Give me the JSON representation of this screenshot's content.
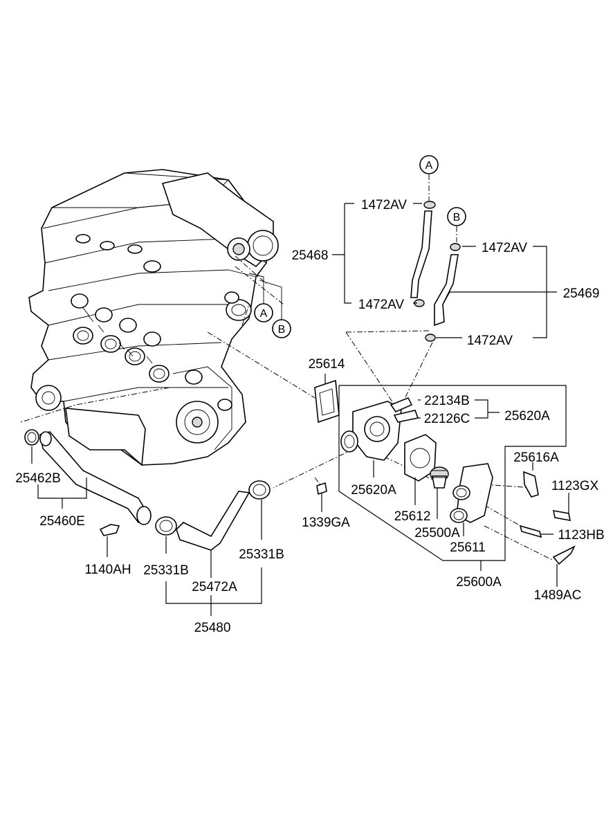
{
  "callouts": {
    "ref_a": "A",
    "ref_b": "B",
    "ref_a_engine": "A",
    "ref_b_engine": "B"
  },
  "labels": {
    "p1472av_1": "1472AV",
    "p1472av_2": "1472AV",
    "p1472av_3": "1472AV",
    "p1472av_4": "1472AV",
    "p25468": "25468",
    "p25469": "25469",
    "p25614": "25614",
    "p22134b": "22134B",
    "p22126c": "22126C",
    "p25620a_right": "25620A",
    "p25620a_lower": "25620A",
    "p25616a": "25616A",
    "p1123gx": "1123GX",
    "p1123hb": "1123HB",
    "p25612": "25612",
    "p25500a": "25500A",
    "p25611": "25611",
    "p25600a": "25600A",
    "p1489ac": "1489AC",
    "p1339ga": "1339GA",
    "p25462b": "25462B",
    "p25460e": "25460E",
    "p1140ah": "1140AH",
    "p25331b_left": "25331B",
    "p25331b_right": "25331B",
    "p25472a": "25472A",
    "p25480": "25480"
  }
}
